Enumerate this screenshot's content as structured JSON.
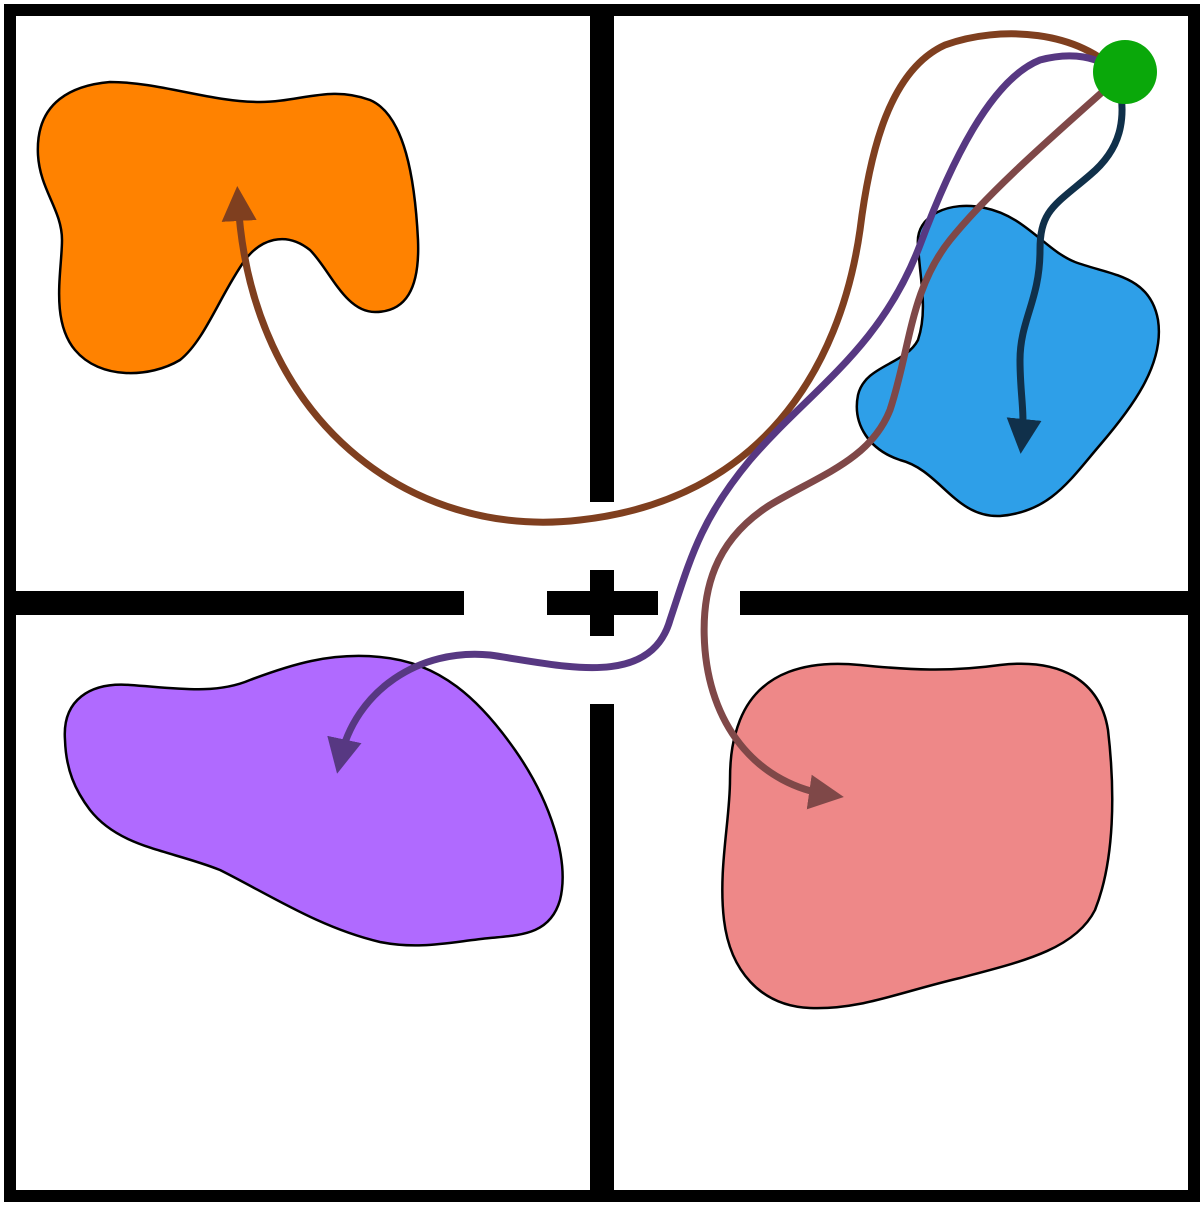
{
  "diagram": {
    "kind": "four-room layout with routes from a start point to colored regions",
    "start_marker": {
      "name": "start-point",
      "color": "#0aa80a"
    },
    "rooms": [
      {
        "name": "room-top-left"
      },
      {
        "name": "room-top-right"
      },
      {
        "name": "room-bottom-left"
      },
      {
        "name": "room-bottom-right"
      }
    ],
    "regions": [
      {
        "name": "orange-region",
        "room": "top-left",
        "color": "#ff8200"
      },
      {
        "name": "blue-region",
        "room": "top-right",
        "color": "#2e9fe8"
      },
      {
        "name": "purple-region",
        "room": "bottom-left",
        "color": "#b06aff"
      },
      {
        "name": "pink-region",
        "room": "bottom-right",
        "color": "#ee8888"
      }
    ],
    "routes": [
      {
        "name": "route-to-orange",
        "from": "start-point",
        "to": "orange-region",
        "color": "#7f3f1f"
      },
      {
        "name": "route-to-blue",
        "from": "start-point",
        "to": "blue-region",
        "color": "#10304a"
      },
      {
        "name": "route-to-purple",
        "from": "start-point",
        "to": "purple-region",
        "color": "#573882"
      },
      {
        "name": "route-to-pink",
        "from": "start-point",
        "to": "pink-region",
        "color": "#7f4848"
      }
    ],
    "center_symbol": {
      "name": "plus-icon",
      "color": "#000000"
    }
  }
}
